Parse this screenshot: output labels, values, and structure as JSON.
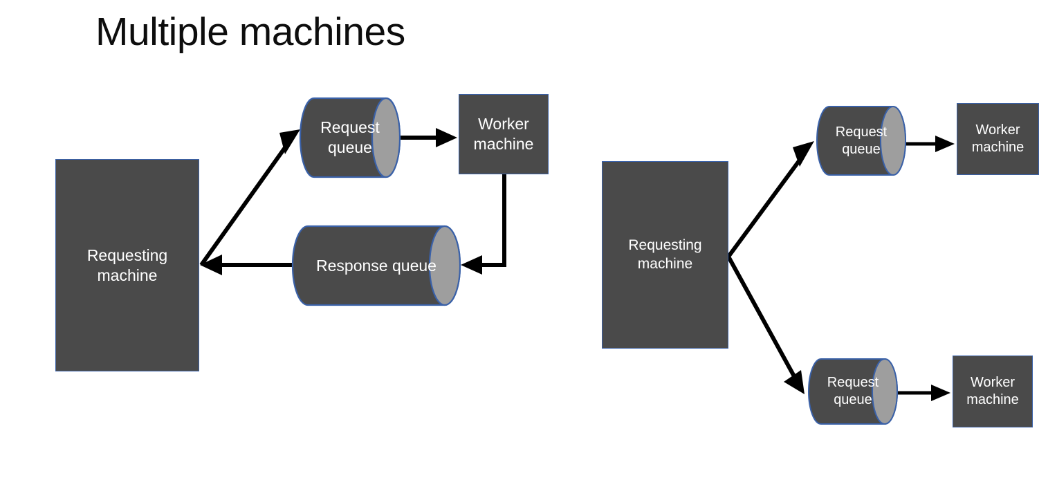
{
  "slide": {
    "title": "Multiple machines",
    "background_color": "#ffffff",
    "title_color": "#0d0d0d"
  },
  "style": {
    "node_fill": "#4a4a4a",
    "node_border": "#3a61a8",
    "cylinder_cap_fill": "#9e9e9e",
    "node_text_color": "#ffffff",
    "connector_color": "#000000"
  },
  "diagrams": [
    {
      "id": "request-response-queue",
      "position": "left",
      "nodes": [
        {
          "id": "left-requesting-machine",
          "shape": "rectangle",
          "label": "Requesting\nmachine",
          "line1": "Requesting",
          "line2": "machine"
        },
        {
          "id": "left-request-queue",
          "shape": "cylinder",
          "label": "Request\nqueue",
          "line1": "Request",
          "line2": "queue"
        },
        {
          "id": "left-worker-machine",
          "shape": "rectangle",
          "label": "Worker\nmachine",
          "line1": "Worker",
          "line2": "machine"
        },
        {
          "id": "left-response-queue",
          "shape": "cylinder",
          "label": "Response queue",
          "line1": "Response queue",
          "line2": ""
        }
      ],
      "connectors": [
        {
          "id": "requesting-to-request-queue",
          "from": "left-requesting-machine",
          "to": "left-request-queue",
          "kind": "straight-arrow"
        },
        {
          "id": "request-queue-to-worker",
          "from": "left-request-queue",
          "to": "left-worker-machine",
          "kind": "straight-arrow"
        },
        {
          "id": "worker-to-response-queue",
          "from": "left-worker-machine",
          "to": "left-response-queue",
          "kind": "elbow-arrow"
        },
        {
          "id": "response-queue-to-requesting",
          "from": "left-response-queue",
          "to": "left-requesting-machine",
          "kind": "straight-arrow"
        }
      ]
    },
    {
      "id": "fan-out-queues",
      "position": "right",
      "nodes": [
        {
          "id": "right-requesting-machine",
          "shape": "rectangle",
          "label": "Requesting\nmachine",
          "line1": "Requesting",
          "line2": "machine"
        },
        {
          "id": "right-request-queue-top",
          "shape": "cylinder",
          "label": "Request\nqueue",
          "line1": "Request",
          "line2": "queue"
        },
        {
          "id": "right-worker-machine-top",
          "shape": "rectangle",
          "label": "Worker\nmachine",
          "line1": "Worker",
          "line2": "machine"
        },
        {
          "id": "right-request-queue-bottom",
          "shape": "cylinder",
          "label": "Request\nqueue",
          "line1": "Request",
          "line2": "queue"
        },
        {
          "id": "right-worker-machine-bottom",
          "shape": "rectangle",
          "label": "Worker\nmachine",
          "line1": "Worker",
          "line2": "machine"
        }
      ],
      "connectors": [
        {
          "id": "requesting-to-queue-top",
          "from": "right-requesting-machine",
          "to": "right-request-queue-top",
          "kind": "straight-arrow"
        },
        {
          "id": "requesting-to-queue-bottom",
          "from": "right-requesting-machine",
          "to": "right-request-queue-bottom",
          "kind": "straight-arrow"
        },
        {
          "id": "queue-top-to-worker-top",
          "from": "right-request-queue-top",
          "to": "right-worker-machine-top",
          "kind": "straight-arrow"
        },
        {
          "id": "queue-bottom-to-worker-bottom",
          "from": "right-request-queue-bottom",
          "to": "right-worker-machine-bottom",
          "kind": "straight-arrow"
        }
      ]
    }
  ]
}
